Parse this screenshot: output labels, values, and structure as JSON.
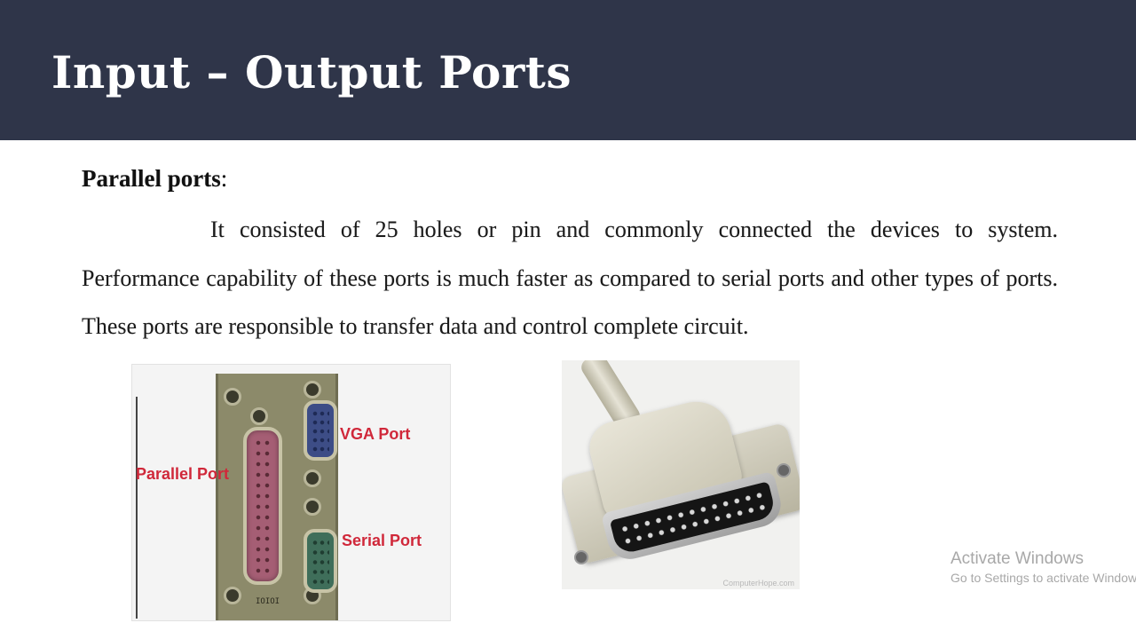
{
  "slide": {
    "title": "Input – Output Ports",
    "heading": "Parallel ports",
    "heading_suffix": ":",
    "paragraph": "It consisted of 25 holes or pin and commonly connected the devices to system. Performance capability of these ports is much faster as compared to serial ports and other types of ports. These ports are responsible to transfer data and control complete circuit."
  },
  "figure1": {
    "labels": {
      "vga": "VGA Port",
      "parallel": "Parallel Port",
      "serial": "Serial Port"
    },
    "panel_text": "IOIOI"
  },
  "figure2": {
    "credit": "ComputerHope.com"
  },
  "watermark": {
    "line1": "Activate Windows",
    "line2": "Go to Settings to activate Windows."
  },
  "colors": {
    "title_bar": "#2f3549",
    "label_red": "#d0283a"
  }
}
